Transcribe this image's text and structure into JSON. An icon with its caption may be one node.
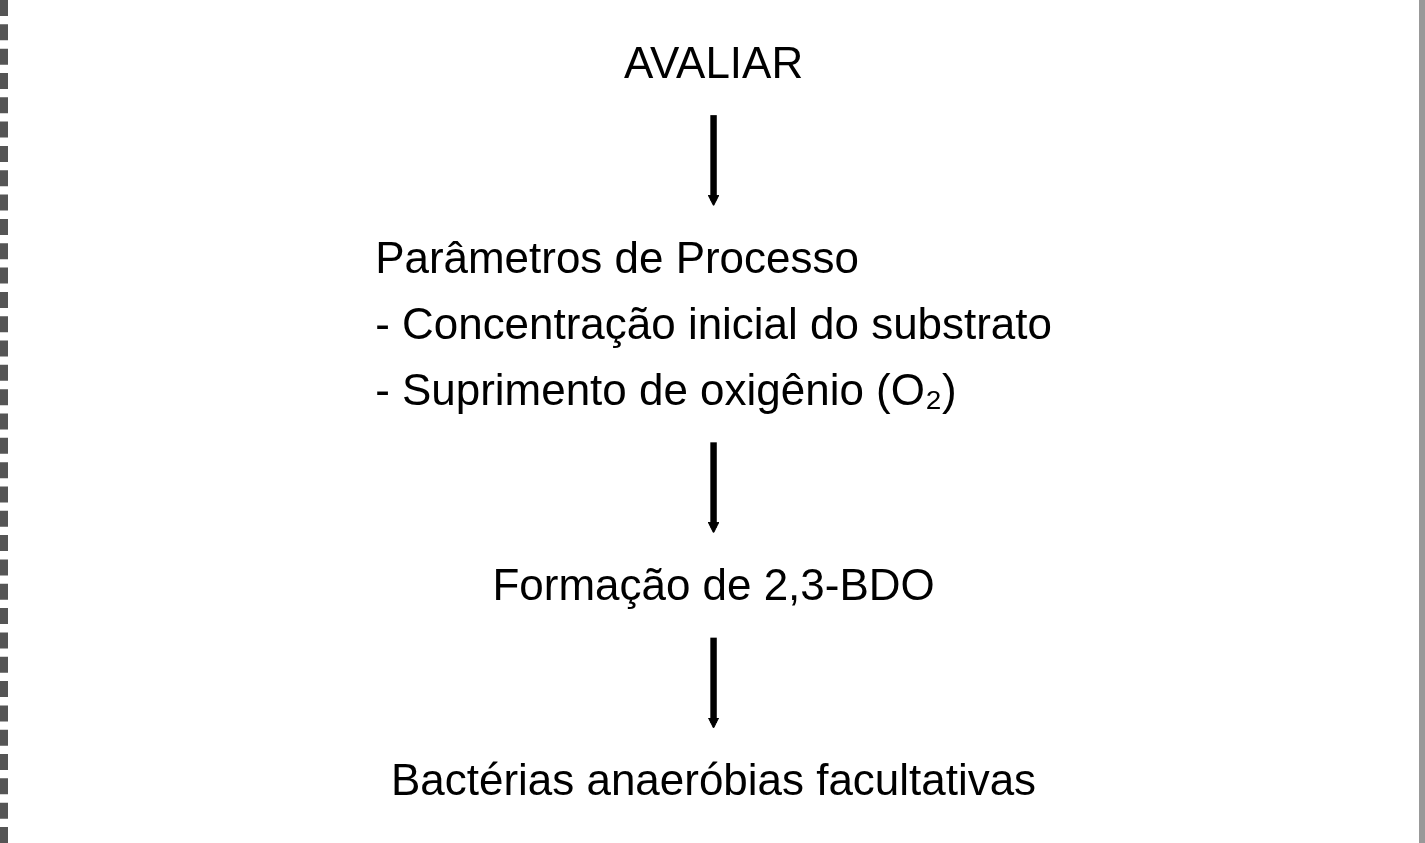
{
  "diagram": {
    "nodes": [
      {
        "text": [
          "AVALIAR"
        ]
      },
      {
        "text": [
          "Parâmetros de Processo",
          "- Concentração inicial do substrato",
          "- Suprimento de oxigênio (O₂)"
        ]
      },
      {
        "text": [
          "Formação de 2,3-BDO"
        ]
      },
      {
        "text": [
          "Bactérias anaeróbias facultativas"
        ]
      }
    ],
    "edges": [
      {
        "from": 0,
        "to": 1,
        "arrow": "to"
      },
      {
        "from": 1,
        "to": 2,
        "arrow": "to"
      },
      {
        "from": 2,
        "to": 3,
        "arrow": "to"
      }
    ]
  }
}
